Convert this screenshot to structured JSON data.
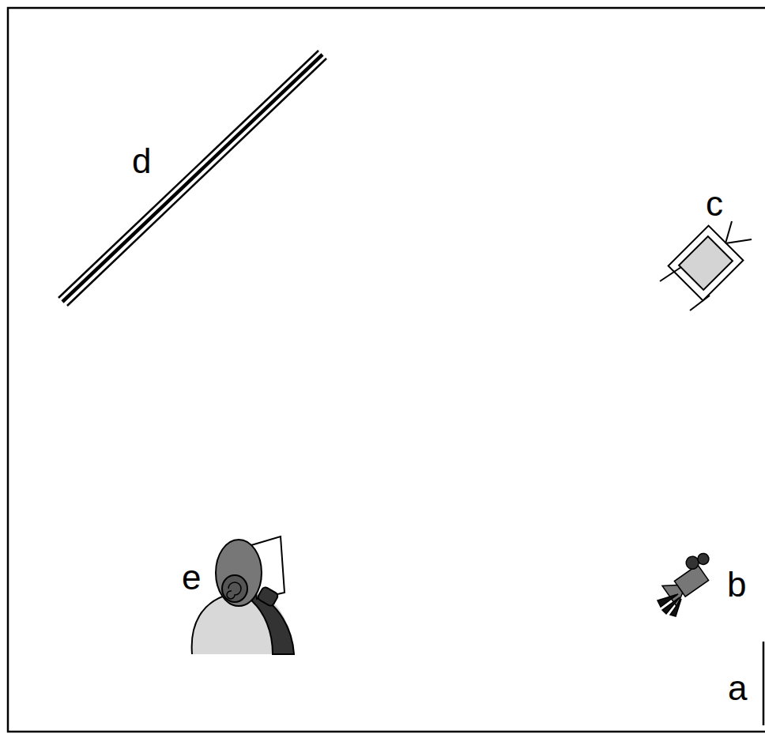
{
  "diagram": {
    "labels": [
      "d",
      "c",
      "e",
      "b",
      "a"
    ]
  }
}
